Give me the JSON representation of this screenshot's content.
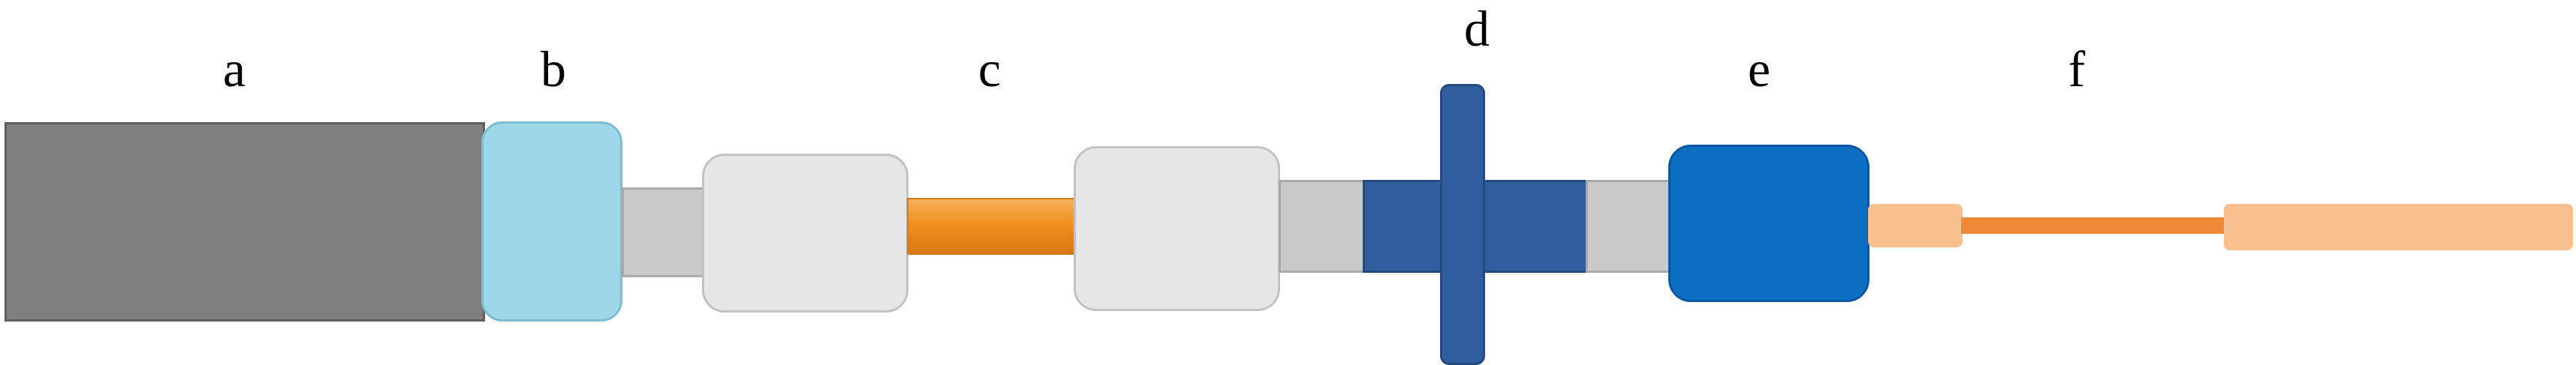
{
  "labels": {
    "a": "a",
    "b": "b",
    "c": "c",
    "d": "d",
    "e": "e",
    "f": "f"
  },
  "colors": {
    "a_body": "#7f7f7f",
    "b_cap": "#9dd7e8",
    "connector_sleeve": "#c9c9c9",
    "c_ferrule_block": "#e6e6e6",
    "c_fiber": "#f0901e",
    "d_adapter": "#2f5d9e",
    "e_connector": "#0d6fc2",
    "f_fiber_jacket": "#f9c08f",
    "f_fiber": "#ee8a35"
  }
}
